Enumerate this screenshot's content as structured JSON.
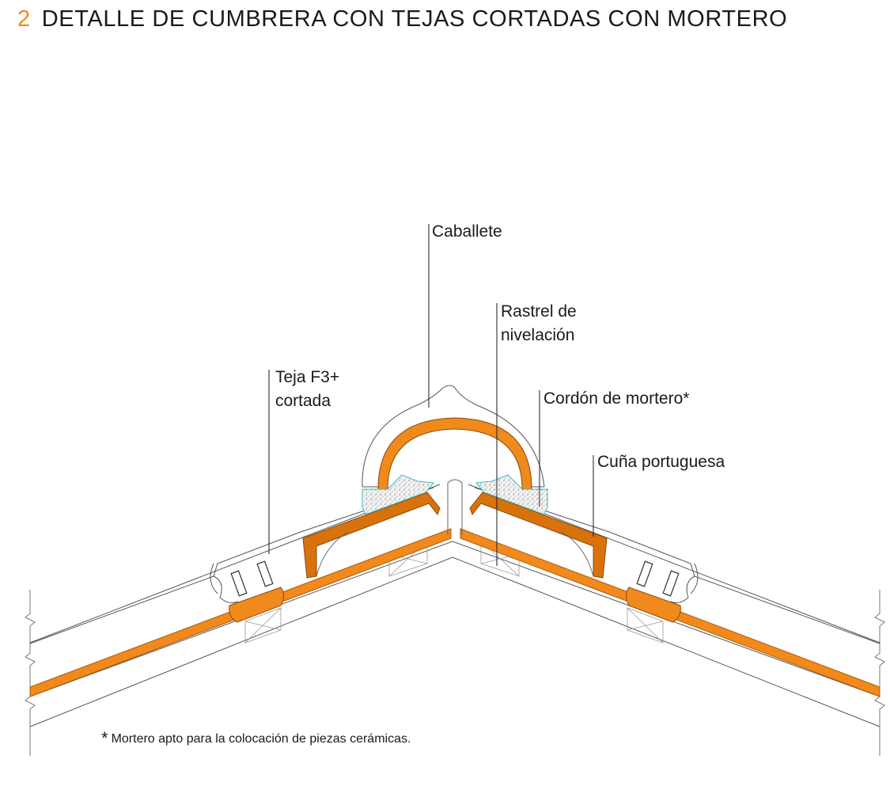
{
  "title": {
    "number": "2",
    "text": "DETALLE DE CUMBRERA CON TEJAS CORTADAS CON MORTERO"
  },
  "labels": {
    "caballete": "Caballete",
    "rastrel_line1": "Rastrel de",
    "rastrel_line2": "nivelación",
    "teja_line1": "Teja F3+",
    "teja_line2": "cortada",
    "cordon": "Cordón de mortero*",
    "cuna": "Cuña portuguesa"
  },
  "footnote": {
    "asterisk": "*",
    "text": "Mortero apto para la colocación de piezas cerámicas."
  },
  "colors": {
    "accent": "#f08a1c",
    "tile_orange": "#f08a1c",
    "tile_dark": "#c45f06",
    "line": "#444444",
    "mortar_outline": "#3fb8c0"
  }
}
